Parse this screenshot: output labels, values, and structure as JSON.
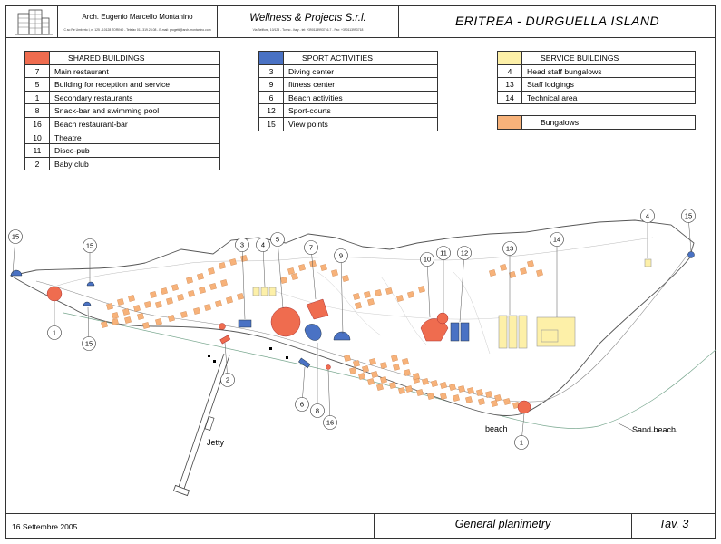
{
  "header": {
    "architect": "Arch. Eugenio Marcello Montanino",
    "architect_address": "C.so Re Umberto I, n. 125 - 10128 TORINO - Telefax 011.319.23.08 - E-mail: progetti@arch-montanino.com",
    "company": "Wellness & Projects S.r.l.",
    "company_address": "Via Belfiore, 10/123 - Torino - Italy - tel: +390113993716-7 - Fax: +390113993718",
    "project": "ERITREA -  DURGUELLA ISLAND"
  },
  "legend_shared": {
    "title": "SHARED BUILDINGS",
    "color": "#ef6c4f",
    "rows": [
      {
        "num": "7",
        "label": "Main restaurant"
      },
      {
        "num": "5",
        "label": "Building for reception and service"
      },
      {
        "num": "1",
        "label": "Secondary  restaurants"
      },
      {
        "num": "8",
        "label": "Snack-bar and swimming pool"
      },
      {
        "num": "16",
        "label": "Beach restaurant-bar"
      },
      {
        "num": "10",
        "label": "Theatre"
      },
      {
        "num": "11",
        "label": "Disco-pub"
      },
      {
        "num": "2",
        "label": "Baby club"
      }
    ]
  },
  "legend_sport": {
    "title": "SPORT ACTIVITIES",
    "color": "#4a72c4",
    "rows": [
      {
        "num": "3",
        "label": "Diving center"
      },
      {
        "num": "9",
        "label": "fitness center"
      },
      {
        "num": "6",
        "label": "Beach activities"
      },
      {
        "num": "12",
        "label": "Sport-courts"
      },
      {
        "num": "15",
        "label": "View points"
      }
    ]
  },
  "legend_service": {
    "title": "SERVICE BUILDINGS",
    "color": "#fdf0a8",
    "rows": [
      {
        "num": "4",
        "label": "Head staff bungalows"
      },
      {
        "num": "13",
        "label": "Staff lodgings"
      },
      {
        "num": "14",
        "label": "Technical area"
      }
    ]
  },
  "legend_bungalows": {
    "title": "Bungalows",
    "color": "#f7b27a"
  },
  "map": {
    "labels": {
      "jetty": "Jetty",
      "beach": "beach",
      "sand_beach": "Sand beach"
    },
    "callouts": [
      {
        "id": "15a",
        "text": "15"
      },
      {
        "id": "15b",
        "text": "15"
      },
      {
        "id": "15c",
        "text": "15"
      },
      {
        "id": "15d",
        "text": "15"
      },
      {
        "id": "1a",
        "text": "1"
      },
      {
        "id": "1b",
        "text": "1"
      },
      {
        "id": "2",
        "text": "2"
      },
      {
        "id": "3",
        "text": "3"
      },
      {
        "id": "4a",
        "text": "4"
      },
      {
        "id": "4b",
        "text": "4"
      },
      {
        "id": "5",
        "text": "5"
      },
      {
        "id": "6",
        "text": "6"
      },
      {
        "id": "7",
        "text": "7"
      },
      {
        "id": "8",
        "text": "8"
      },
      {
        "id": "9",
        "text": "9"
      },
      {
        "id": "10",
        "text": "10"
      },
      {
        "id": "11",
        "text": "11"
      },
      {
        "id": "12",
        "text": "12"
      },
      {
        "id": "13",
        "text": "13"
      },
      {
        "id": "14",
        "text": "14"
      },
      {
        "id": "16",
        "text": "16"
      }
    ]
  },
  "footer": {
    "date": "16 Settembre 2005",
    "drawing_title": "General planimetry",
    "sheet": "Tav. 3"
  }
}
